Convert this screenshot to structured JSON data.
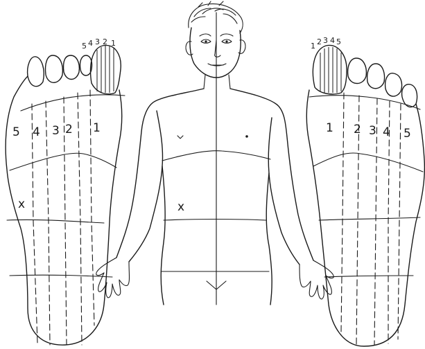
{
  "left_foot": {
    "toe_digits": [
      "5",
      "4",
      "3",
      "2",
      "1"
    ],
    "zone_numbers": [
      "5",
      "4",
      "3",
      "2",
      "1"
    ],
    "marker": "x"
  },
  "right_foot": {
    "toe_digits": [
      "1",
      "2",
      "3",
      "4",
      "5"
    ],
    "zone_numbers": [
      "1",
      "2",
      "3",
      "4",
      "5"
    ]
  },
  "body": {
    "marker": "x"
  },
  "colors": {
    "ink": "#1a1a1a",
    "paper": "#ffffff"
  }
}
